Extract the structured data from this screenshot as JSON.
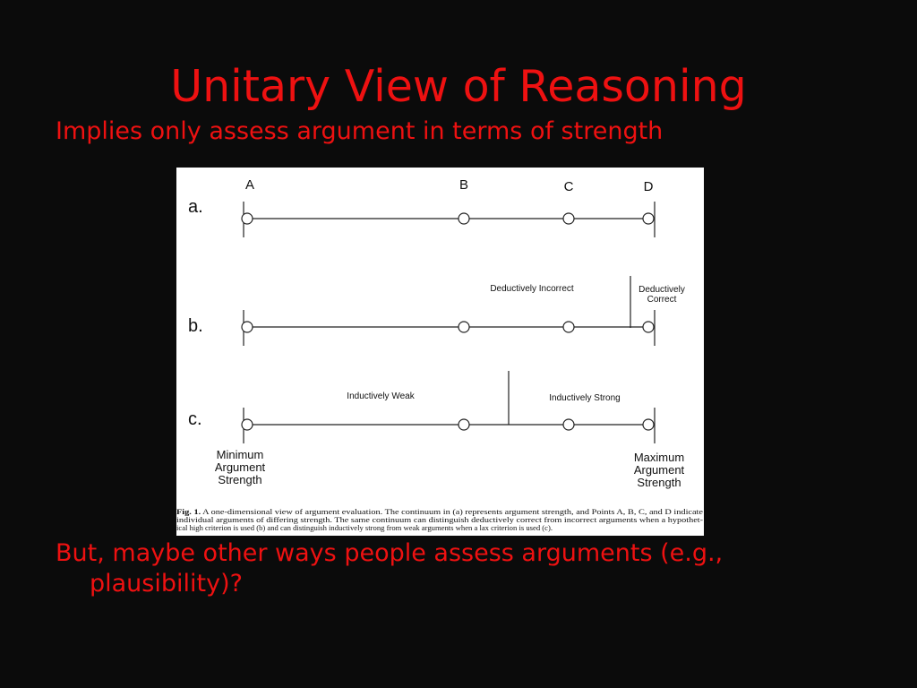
{
  "slide": {
    "title": "Unitary View of Reasoning",
    "bullet1": "Implies only assess argument in terms of strength",
    "bullet2_line1": "But, maybe other ways people assess arguments (e.g.,",
    "bullet2_line2": "plausibility)?"
  },
  "figure": {
    "points": [
      "A",
      "B",
      "C",
      "D"
    ],
    "rows": [
      {
        "label": "a."
      },
      {
        "label": "b.",
        "region_left": "Deductively Incorrect",
        "region_right_1": "Deductively",
        "region_right_2": "Correct"
      },
      {
        "label": "c.",
        "region_left": "Inductively Weak",
        "region_right": "Inductively Strong"
      }
    ],
    "min_label": [
      "Minimum",
      "Argument",
      "Strength"
    ],
    "max_label": [
      "Maximum",
      "Argument",
      "Strength"
    ],
    "caption_bold": "Fig. 1.",
    "caption_line1": " A one-dimensional view of argument evaluation. The continuum in (a) represents argument strength, and Points A, B, C, and D indicate",
    "caption_line2": "individual arguments of differing strength. The same continuum can distinguish deductively correct from incorrect arguments when a hypothet-",
    "caption_line3": "ical high criterion is used (b) and can distinguish inductively strong from weak arguments when a lax criterion is used (c)."
  },
  "colors": {
    "background": "#0b0b0b",
    "accent": "#ee1111"
  }
}
